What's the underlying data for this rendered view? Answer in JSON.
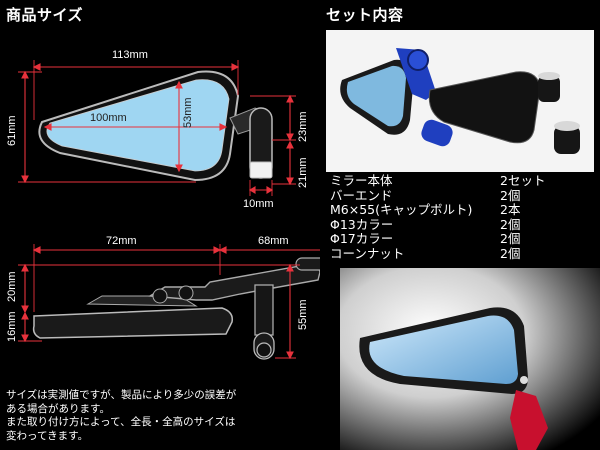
{
  "left_panel": {
    "title": "商品サイズ",
    "top_view": {
      "width_total": "113mm",
      "width_glass": "100mm",
      "height_glass": "53mm",
      "height_total": "61mm",
      "height_right": "23mm",
      "height_right_lower": "21mm",
      "width_end": "10mm"
    },
    "side_view": {
      "width_left": "72mm",
      "width_right": "68mm",
      "height_upper": "20mm",
      "height_lower": "16mm",
      "height_total_right": "55mm"
    },
    "notes": [
      "サイズは実測値ですが、製品により多少の誤差が",
      "ある場合があります。",
      "また取り付け方によって、全長・全高のサイズは",
      "変わってきます。"
    ]
  },
  "right_panel": {
    "title": "セット内容",
    "contents": [
      {
        "name": "ミラー本体",
        "qty": "2セット"
      },
      {
        "name": "バーエンド",
        "qty": "2個"
      },
      {
        "name": "M6×55(キャップボルト)",
        "qty": "2本"
      },
      {
        "name": "Φ13カラー",
        "qty": "2個"
      },
      {
        "name": "Φ17カラー",
        "qty": "2個"
      },
      {
        "name": "コーンナット",
        "qty": "2個"
      }
    ]
  },
  "colors": {
    "dimension_line": "#e8323c",
    "mirror_glass": "#9fd6f2",
    "accent_blue": "#1f3fbf",
    "accent_red": "#c8102e"
  }
}
